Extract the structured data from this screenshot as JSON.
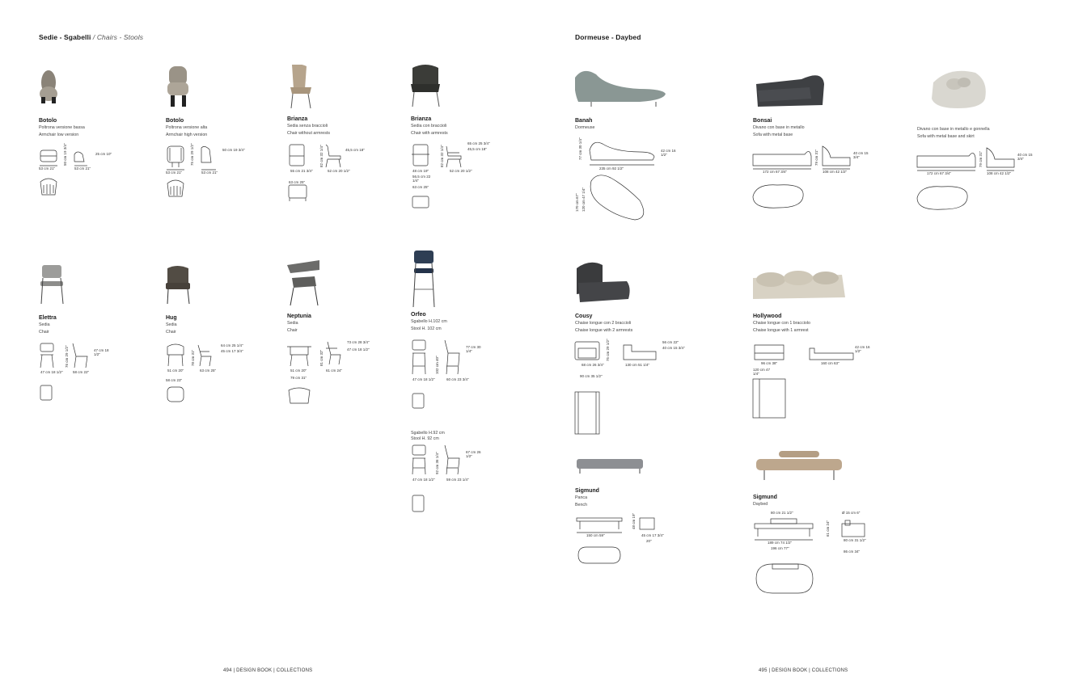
{
  "left_page": {
    "title_bold": "Sedie - Sgabelli",
    "title_rest": " / Chairs - Stools",
    "footer": "494 | DESIGN BOOK | COLLECTIONS"
  },
  "right_page": {
    "title_bold": "Dormeuse - Daybed",
    "footer": "495 | DESIGN BOOK | COLLECTIONS"
  },
  "products": {
    "botolo1": {
      "name": "Botolo",
      "desc1": "Poltrona versione bassa",
      "desc2": "Armchair low version",
      "d1": "53 cm 21\"",
      "d2": "50 cm 19 3/4\"",
      "d3": "53 cm 21\"",
      "d4": "25 cm 10\""
    },
    "botolo2": {
      "name": "Botolo",
      "desc1": "Poltrona versione alta",
      "desc2": "Armchair high version",
      "d1": "53 cm 21\"",
      "d2": "75 cm 29 1/2\"",
      "d3": "53 cm 21\"",
      "d4": "50 cm 19 3/4\""
    },
    "brianza1": {
      "name": "Brianza",
      "desc1": "Sedia senza braccioli",
      "desc2": "Chair without armrests",
      "d1": "55 cm 21 3/4\"",
      "d1b": "63 cm 25\"",
      "d2": "82 cm 32 1/4\"",
      "d3": "52 cm 20 1/2\"",
      "d4": "45,5 cm 18\""
    },
    "brianza2": {
      "name": "Brianza",
      "desc1": "Sedia con braccioli",
      "desc2": "Chair with armrests",
      "d1": "48 cm 19\"",
      "d1b": "56,5 cm 22 1/4\"",
      "d1c": "63 cm 25\"",
      "d2": "82 cm 32 1/4\"",
      "d3": "52 cm 20 1/2\"",
      "d4": "65 cm 25 3/4\"",
      "d5": "45,5 cm 18\""
    },
    "elettra": {
      "name": "Elettra",
      "desc1": "Sedia",
      "desc2": "Chair",
      "d1": "47 cm 18 1/2\"",
      "d2": "76 cm 29 1/2\"",
      "d3": "58 cm 22\"",
      "d4": "47 cm 18 1/2\""
    },
    "hug": {
      "name": "Hug",
      "desc1": "Sedia",
      "desc2": "Chair",
      "d1": "51 cm 20\"",
      "d1b": "58 cm 23\"",
      "d2": "78 cm 31\"",
      "d3": "63 cm 25\"",
      "d4": "64 cm 25 1/4\"",
      "d5": "45 cm 17 3/4\""
    },
    "neptunia": {
      "name": "Neptunia",
      "desc1": "Sedia",
      "desc2": "Chair",
      "d1": "51 cm 20\"",
      "d1b": "79 cm 31\"",
      "d2": "81 cm 32\"",
      "d3": "61 cm 24\"",
      "d4": "73 cm 28 3/4\"",
      "d5": "47 cm 18 1/2\""
    },
    "orfeo": {
      "name": "Orfeo",
      "desc1": "Sgabello H.102 cm",
      "desc2": "Stool H. 102 cm",
      "d1": "47 cm 18 1/2\"",
      "d2": "102 cm 40\"",
      "d3": "60 cm 23 3/4\"",
      "d4": "77 cm 30 1/4\"",
      "sub1": "Sgabello H.92 cm",
      "sub2": "Stool H. 92 cm",
      "e1": "47 cm 18 1/2\"",
      "e2": "92 cm 36 1/4\"",
      "e3": "59 cm 23 1/4\"",
      "e4": "67 cm 26 1/2\""
    },
    "banah": {
      "name": "Banah",
      "desc1": "Dormeuse",
      "d1": "235 cm 92 1/2\"",
      "d2": "77 cm 30 1/4\"",
      "d3": "42 cm 16 1/2\"",
      "d4": "170 cm 67\"",
      "d5": "120 cm 47 1/4\""
    },
    "bonsai": {
      "name": "Bonsai",
      "desc1": "Divano con base in metallo",
      "desc2": "Sofa with metal base",
      "d1": "172 cm 67 3/4\"",
      "d2": "79 cm 31\"",
      "d3": "108 cm 42 1/2\"",
      "d4": "40 cm 15 3/4\""
    },
    "bonsai2": {
      "desc1": "Divano con base in metallo e gonnella",
      "desc2": "Sofa with metal base and skirt",
      "d1": "172 cm 67 3/4\"",
      "d2": "79 cm 31\"",
      "d3": "108 cm 42 1/2\"",
      "d4": "40 cm 15 3/4\""
    },
    "cousy": {
      "name": "Cousy",
      "desc1": "Chaise longue con 2 braccioli",
      "desc2": "Chaise longue with 2 armrests",
      "d1": "68 cm 26 3/4\"",
      "d1b": "90 cm 35 1/2\"",
      "d2": "75 cm 29 1/2\"",
      "d3": "130 cm 51 1/4\"",
      "d4": "56 cm 22\"",
      "d5": "40 cm 15 3/4\""
    },
    "hollywood": {
      "name": "Hollywood",
      "desc1": "Chaise longue con 1 bracciolo",
      "desc2": "Chaise longue with 1 armrest",
      "d1": "96 cm 38\"",
      "d1b": "120 cm 47 1/4\"",
      "d2": "160 cm 63\"",
      "d3": "42 cm 16 1/2\""
    },
    "sigmund1": {
      "name": "Sigmund",
      "desc1": "Panca",
      "desc2": "Bench",
      "d1": "150 cm 59\"",
      "d2": "48 cm 19\"",
      "d3": "45 cm 17 3/4\"",
      "d4": "20\""
    },
    "sigmund2": {
      "name": "Sigmund",
      "desc1": "Daybed",
      "d1": "189 cm 74 1/2\"",
      "d1b": "196 cm 77\"",
      "d2": "80 cm 21 1/2\"",
      "d3": "Ø 15 cm 6\"",
      "d4": "61 cm 24\"",
      "d5": "80 cm 31 1/2\"",
      "d6": "86 cm 34\""
    }
  }
}
